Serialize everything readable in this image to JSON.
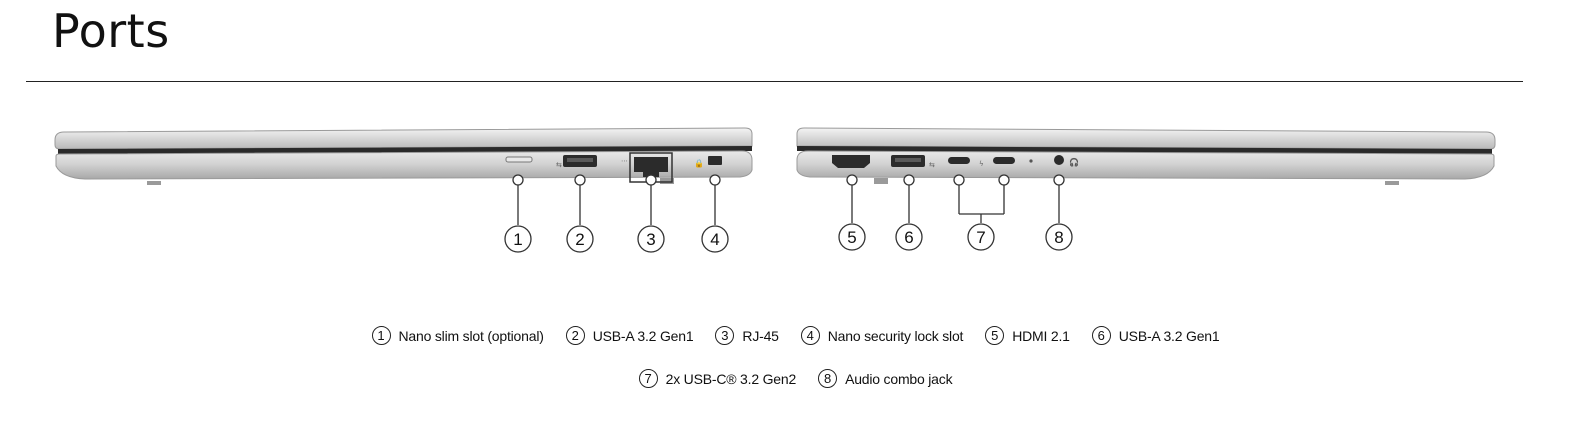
{
  "title": "Ports",
  "callouts": [
    "1",
    "2",
    "3",
    "4",
    "5",
    "6",
    "7",
    "8"
  ],
  "legend": [
    [
      {
        "num": "1",
        "label": "Nano slim slot (optional)"
      },
      {
        "num": "2",
        "label": "USB-A 3.2 Gen1"
      },
      {
        "num": "3",
        "label": "RJ-45"
      },
      {
        "num": "4",
        "label": "Nano security lock slot"
      },
      {
        "num": "5",
        "label": "HDMI 2.1"
      },
      {
        "num": "6",
        "label": "USB-A 3.2 Gen1"
      }
    ],
    [
      {
        "num": "7",
        "label": "2x USB-C® 3.2 Gen2"
      },
      {
        "num": "8",
        "label": "Audio combo jack"
      }
    ]
  ]
}
